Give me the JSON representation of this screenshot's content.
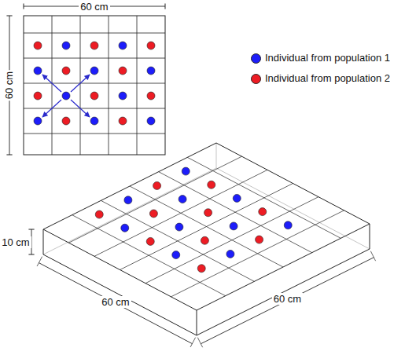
{
  "diagram": {
    "labels": [
      "60 cm",
      "60 cm",
      "10 cm",
      "60 cm",
      "60 cm"
    ],
    "legend": [
      {
        "text": "Individual from population 1",
        "color": "#1d1dfa"
      },
      {
        "text": "Individual from population 2",
        "color": "#ed1c24"
      }
    ]
  }
}
